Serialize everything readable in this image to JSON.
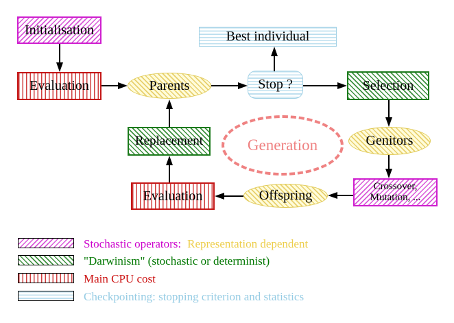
{
  "nodes": {
    "initialisation": "Initialisation",
    "evaluation_top": "Evaluation",
    "parents": "Parents",
    "best_individual": "Best individual",
    "stop": "Stop ?",
    "selection": "Selection",
    "genitors": "Genitors",
    "replacement": "Replacement",
    "generation": "Generation",
    "offspring": "Offspring",
    "evaluation_bottom": "Evaluation",
    "crossover_line1": "Crossover,",
    "crossover_line2": "Mutation, ..."
  },
  "legend": {
    "items": [
      {
        "swatch": "magenta-diagonal-hatch",
        "text": "Stochastic operators:",
        "text2": "Representation dependent",
        "color": "#cc00cc",
        "color2": "#edce4c"
      },
      {
        "swatch": "green-diagonal-hatch",
        "text": "\"Darwinism\" (stochastic or determinist)",
        "color": "#007700"
      },
      {
        "swatch": "red-vertical-stripes",
        "text": "Main CPU cost",
        "color": "#cc1111"
      },
      {
        "swatch": "cyan-horizontal-stripes",
        "text": "Checkpointing: stopping criterion and statistics",
        "color": "#96cce4"
      }
    ]
  },
  "colors": {
    "magenta": "#cf1ecf",
    "red": "#c41616",
    "green": "#1c7a1c",
    "cyan_border": "#a4d2e6",
    "yellow_border": "#e0ca56",
    "yellow_fill": "#fffcda",
    "generation_pink": "#ef8282",
    "arrow_black": "#000000",
    "background": "#ffffff"
  }
}
